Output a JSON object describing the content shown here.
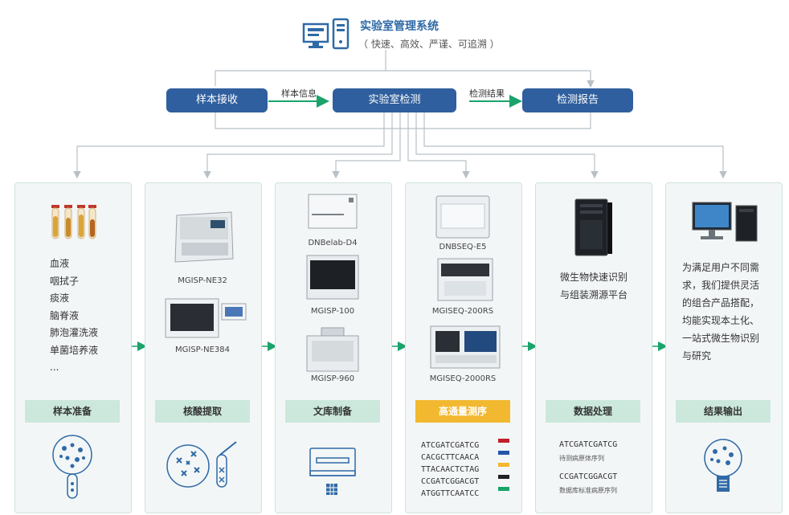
{
  "system": {
    "title": "实验室管理系统",
    "subtitle": "（ 快速、高效、严谨、可追溯 ）",
    "computer_icon": "computer-monitor-icon"
  },
  "flow": {
    "box1": "样本接收",
    "box2": "实验室检测",
    "box3": "检测报告",
    "arrow1_label": "样本信息",
    "arrow2_label": "检测结果"
  },
  "columns": {
    "sample": {
      "items": [
        "血液",
        "咽拭子",
        "痰液",
        "脑脊液",
        "肺泡灌洗液",
        "单菌培养液",
        "..."
      ],
      "stage": "样本准备"
    },
    "extraction": {
      "devices": [
        "MGISP-NE32",
        "MGISP-NE384"
      ],
      "stage": "核酸提取"
    },
    "library": {
      "devices": [
        "DNBelab-D4",
        "MGISP-100",
        "MGISP-960"
      ],
      "stage": "文库制备"
    },
    "sequencing": {
      "devices": [
        "DNBSEQ-E5",
        "MGISEQ-200RS",
        "MGISEQ-2000RS"
      ],
      "stage": "高通量测序",
      "reads": [
        "ATCGATCGATCG",
        "CACGCTTCAACA",
        "TTACAACTCTAG",
        "CCGATCGGACGT",
        "ATGGTTCAATCC"
      ],
      "read_colors": [
        "#c0202a",
        "#2456a8",
        "#f2b830",
        "#222222",
        "#1aa36b"
      ]
    },
    "processing": {
      "platform": [
        "微生物快速识别",
        "与组装溯源平台"
      ],
      "stage": "数据处理",
      "seq1": "ATCGATCGATCG",
      "seq1_label": "待测病原体序列",
      "seq2": "CCGATCGGACGT",
      "seq2_label": "数据库标准病原序列"
    },
    "output": {
      "text": [
        "为满足用户不同需",
        "求，我们提供灵活",
        "的组合产品搭配，",
        "均能实现本土化、",
        "一站式微生物识别",
        "与研究"
      ],
      "stage": "结果输出"
    }
  },
  "colors": {
    "flow_box": "#2f5f9e",
    "stage_bg": "#cce8dc",
    "stage_highlight": "#f2b830",
    "arrow_green": "#1aa36b",
    "connector": "#b7c0c6"
  }
}
